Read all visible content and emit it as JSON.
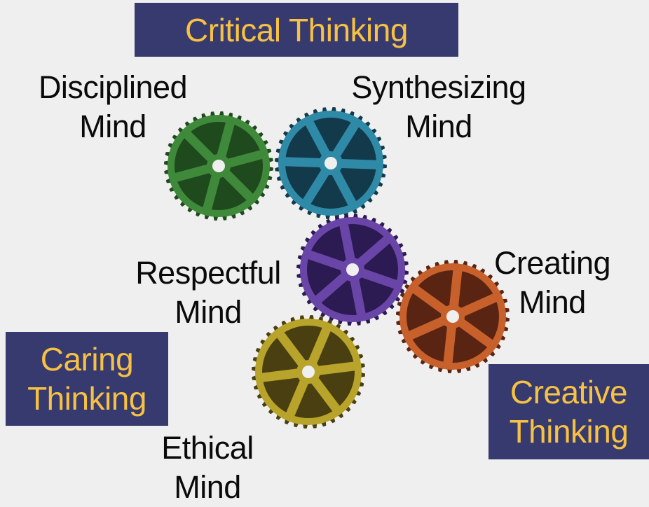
{
  "thinking_boxes": {
    "critical": "Critical Thinking",
    "caring": [
      "Caring",
      "Thinking"
    ],
    "creative": [
      "Creative",
      "Thinking"
    ]
  },
  "minds": {
    "disciplined": [
      "Disciplined",
      "Mind"
    ],
    "synthesizing": [
      "Synthesizing",
      "Mind"
    ],
    "respectful": [
      "Respectful",
      "Mind"
    ],
    "creating": [
      "Creating",
      "Mind"
    ],
    "ethical": [
      "Ethical",
      "Mind"
    ]
  },
  "gears": [
    {
      "name": "disciplined-gear",
      "color": "#3f8a3a",
      "dark": "#1f4a1d"
    },
    {
      "name": "synthesizing-gear",
      "color": "#2f8aa8",
      "dark": "#123a4a"
    },
    {
      "name": "respectful-gear",
      "color": "#6a45a8",
      "dark": "#2c1a52"
    },
    {
      "name": "creating-gear",
      "color": "#c8602c",
      "dark": "#5a2412"
    },
    {
      "name": "ethical-gear",
      "color": "#b8a42a",
      "dark": "#4a3f10"
    }
  ],
  "colors": {
    "box_bg": "#363a6e",
    "box_text": "#f7c143",
    "background": "#efefef"
  }
}
